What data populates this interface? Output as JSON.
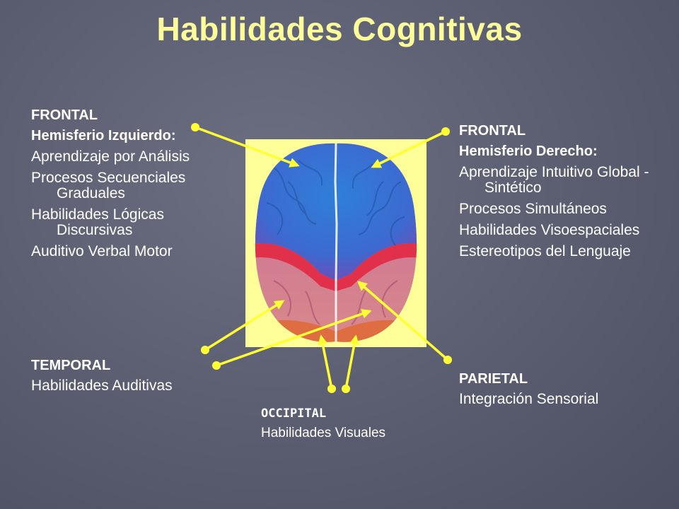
{
  "title": "Habilidades Cognitivas",
  "left_frontal": {
    "heading": "FRONTAL",
    "hemisphere": "Hemisferio Izquierdo:",
    "items": [
      "Aprendizaje por Análisis",
      "Procesos Secuenciales Graduales",
      "Habilidades Lógicas Discursivas",
      "Auditivo Verbal Motor"
    ]
  },
  "temporal": {
    "heading": "TEMPORAL",
    "item": "Habilidades Auditivas"
  },
  "right_frontal": {
    "heading": "FRONTAL",
    "hemisphere": "Hemisferio Derecho:",
    "items": [
      "Aprendizaje Intuitivo Global - Sintético",
      "Procesos Simultáneos",
      "Habilidades Visoespaciales",
      "Estereotipos del Lenguaje"
    ]
  },
  "parietal": {
    "heading": "PARIETAL",
    "item": "Integración Sensorial"
  },
  "occipital": {
    "heading": "OCCIPITAL",
    "item": "Habilidades Visuales"
  },
  "colors": {
    "title": "#ffff99",
    "pointer": "#ffff33",
    "background": "#5a5d70"
  },
  "illustration": "brain-top-view"
}
